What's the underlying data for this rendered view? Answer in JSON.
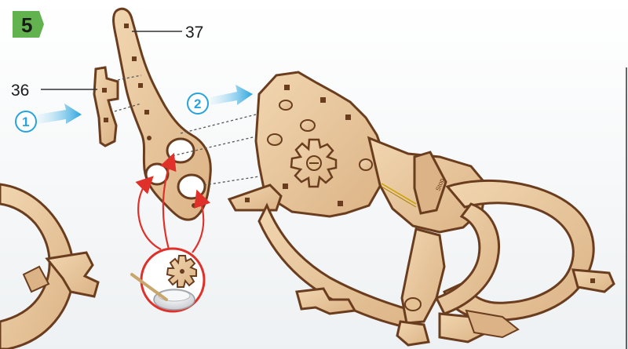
{
  "step": {
    "number": "5",
    "badge_color": "#62b24f"
  },
  "callouts": [
    {
      "id": "part-36",
      "text": "36"
    },
    {
      "id": "part-37",
      "text": "37"
    }
  ],
  "sequence": [
    {
      "id": "order-1",
      "text": "1"
    },
    {
      "id": "order-2",
      "text": "2"
    }
  ],
  "engraving": {
    "text": "Stop"
  },
  "colors": {
    "wood": "#e9c9a0",
    "wood_edge": "#6b3d1f",
    "wood_shadow": "#c99c6e",
    "arrow_blue": "#29a3de",
    "glue_red": "#e0302a"
  },
  "icons": [
    "glue-bowl-icon",
    "gear-icon",
    "brush-icon",
    "blue-arrow-icon",
    "red-arrow-icon"
  ]
}
